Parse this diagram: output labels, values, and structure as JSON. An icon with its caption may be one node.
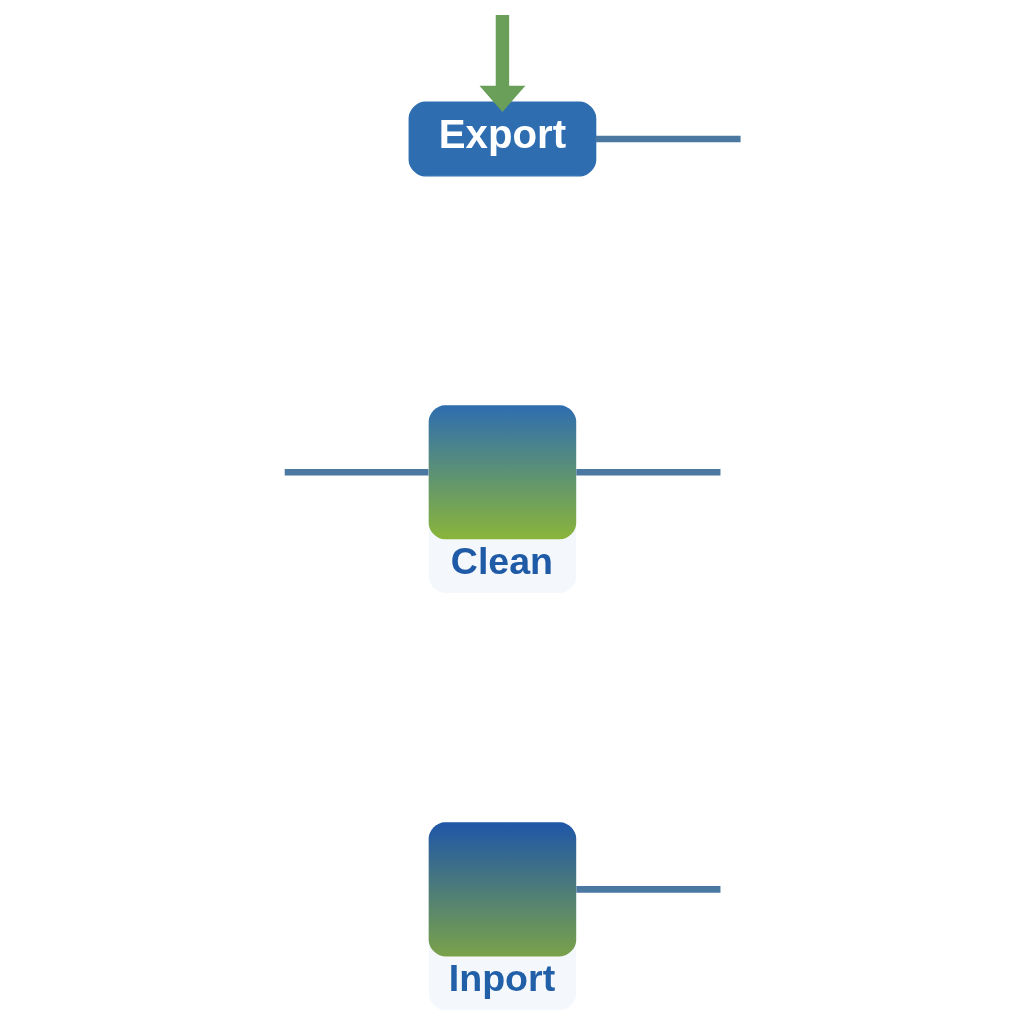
{
  "diagram": {
    "nodes": [
      {
        "text": [
          "Export"
        ]
      },
      {
        "text": [
          "Clean"
        ]
      },
      {
        "text": [
          "Inport"
        ]
      }
    ],
    "edges": [
      {
        "from": null,
        "to": 1,
        "arrow": "none"
      },
      {
        "from": 0,
        "to": null,
        "arrow": "none"
      },
      {
        "from": 1,
        "to": null,
        "arrow": "none"
      },
      {
        "from": 2,
        "to": null,
        "arrow": "none"
      },
      {
        "from": null,
        "to": 0,
        "arrow": "to",
        "style": "thick",
        "color": "#6a9f5a"
      }
    ]
  }
}
